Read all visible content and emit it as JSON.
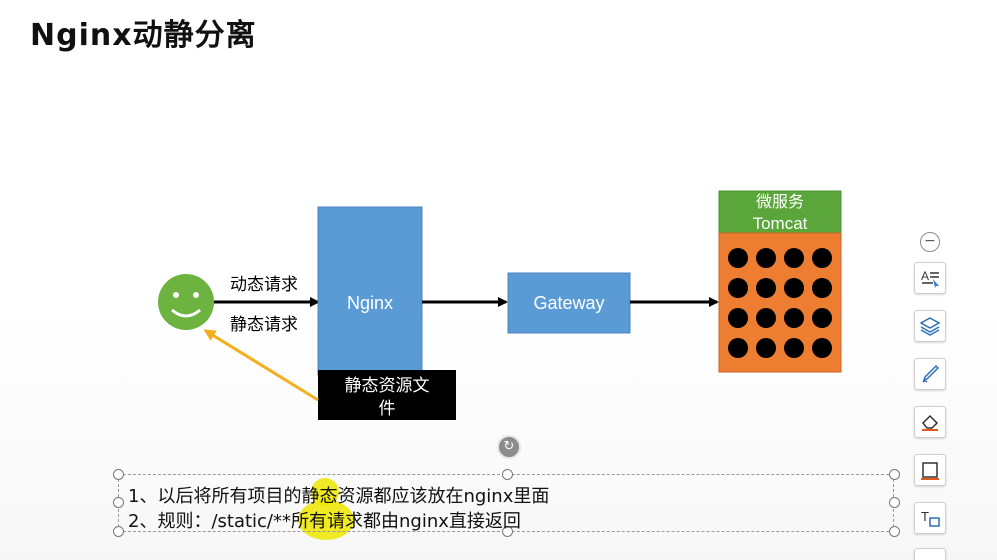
{
  "slide": {
    "title": "Nginx动静分离",
    "diagram": {
      "nginx_label": "Nginx",
      "static_box_line1": "静态资源文",
      "static_box_line2": "件",
      "gateway_label": "Gateway",
      "service_header_line1": "微服务",
      "service_header_line2": "Tomcat",
      "dynamic_request_label": "动态请求",
      "static_request_label": "静态请求",
      "colors": {
        "user_face": "#6cb33f",
        "nginx_box": "#5b9bd5",
        "gateway_box": "#5b9bd5",
        "service_header": "#5aa63a",
        "service_body": "#ed7d31",
        "static_box": "#000000",
        "return_arrow": "#f2b01e"
      }
    },
    "notes": {
      "line1": "1、以后将所有项目的静态资源都应该放在nginx里面",
      "line2": "2、规则：/static/**所有请求都由nginx直接返回"
    }
  },
  "toolbar": {
    "collapse_symbol": "−",
    "tools": [
      "text-format-icon",
      "layers-icon",
      "pen-icon",
      "eraser-icon",
      "frame-icon",
      "text-box-icon"
    ]
  }
}
